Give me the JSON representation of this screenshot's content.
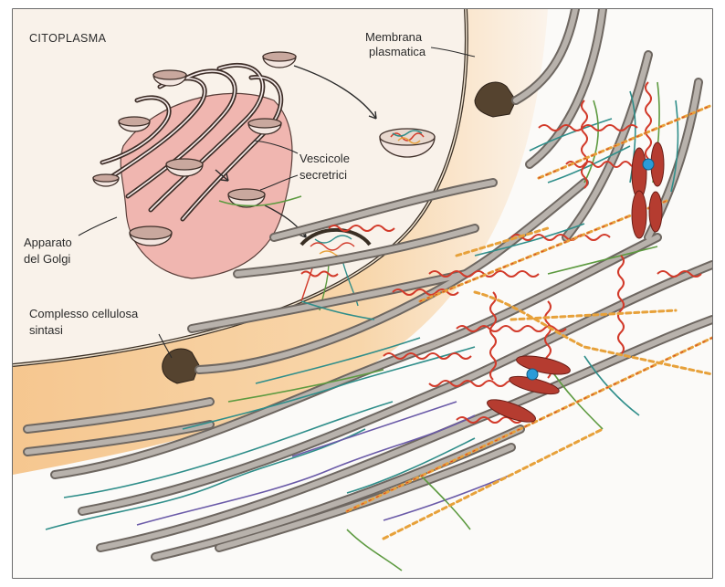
{
  "labels": {
    "cytoplasm": "CITOPLASMA",
    "membrane_line1": "Membrana",
    "membrane_line2": "plasmatica",
    "vesicles_line1": "Vescicole",
    "vesicles_line2": "secretrici",
    "golgi_line1": "Apparato",
    "golgi_line2": "del Golgi",
    "complex_line1": "Complesso cellulosa",
    "complex_line2": "sintasi"
  },
  "colors": {
    "cytoplasm": "#f9f2ea",
    "membrane_band": "#f5c48a",
    "golgi": "#f0b6b0",
    "microfibril": "#a59f99",
    "synthase": "#55432f",
    "pectin": "#d23a2a",
    "hemicellulose_teal": "#2f8e8a",
    "hemicellulose_green": "#5d9a40",
    "hemicellulose_purple": "#6a5aa8",
    "cross_linker": "#e7a13a",
    "protein": "#b53c30",
    "protein_dot": "#2a9bd8"
  },
  "icons": [
    "golgi-stack",
    "secretory-vesicle",
    "cellulose-synthase-complex",
    "cellulose-microfibril",
    "hemicellulose-strand",
    "pectin-strand",
    "expansin-protein"
  ]
}
